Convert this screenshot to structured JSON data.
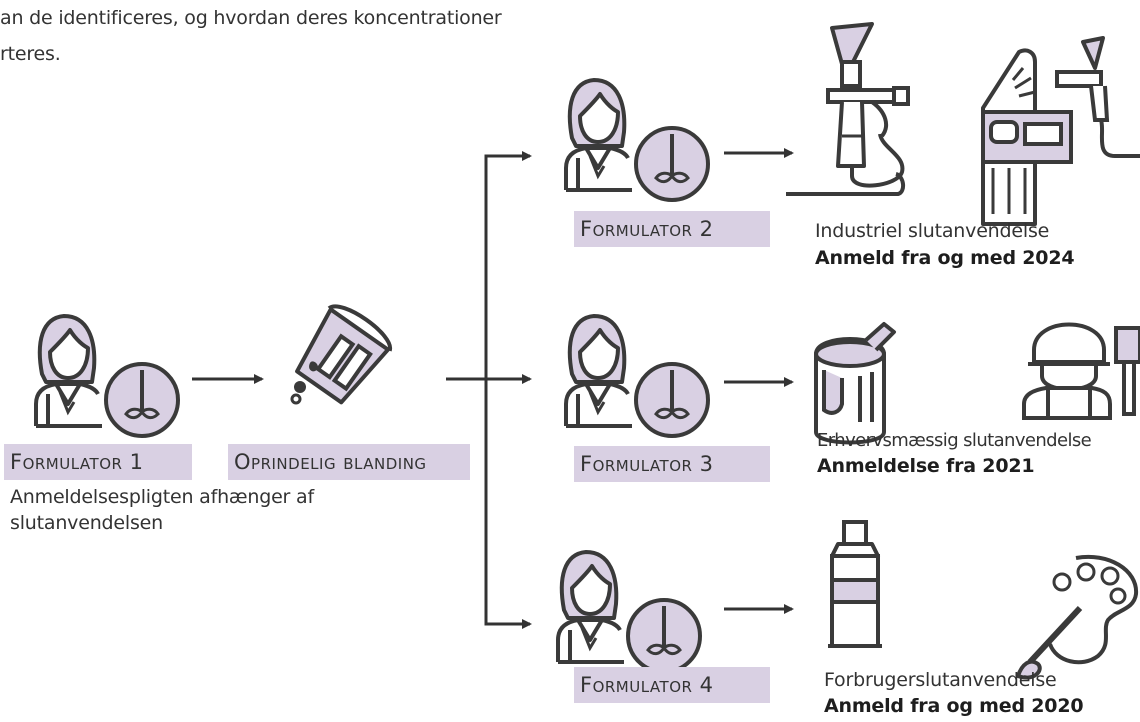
{
  "intro": {
    "line1": "an de identificeres, og hvordan deres koncentrationer",
    "line2": "rteres."
  },
  "formulators": [
    {
      "label": "Formulator 1"
    },
    {
      "label": "Formulator 2"
    },
    {
      "label": "Formulator 3"
    },
    {
      "label": "Formulator 4"
    }
  ],
  "mixture": {
    "label": "Oprindelig blanding"
  },
  "note": {
    "line1": "Anmeldelsespligten afhænger af",
    "line2": "slutanvendelsen"
  },
  "end_uses": [
    {
      "title": "Industriel slutanvendelse",
      "rule": "Anmeld fra og med 2024"
    },
    {
      "title": "Erhvervsmæssig slutanvendelse",
      "rule": "Anmeldelse fra 2021"
    },
    {
      "title": "Forbrugerslutanvendelse",
      "rule": "Anmeld fra og med 2020"
    }
  ],
  "colors": {
    "stroke": "#3a3a3a",
    "accent": "#d9d0e3"
  },
  "icons": {
    "person": "person-icon",
    "mixer": "mixer-icon",
    "bucket": "paint-bucket-icon",
    "spray_gun": "spray-gun-icon",
    "car_painting": "car-spray-painting-icon",
    "paint_can": "paint-can-icon",
    "painter": "painter-worker-icon",
    "tube": "paint-tube-icon",
    "palette": "palette-icon"
  }
}
